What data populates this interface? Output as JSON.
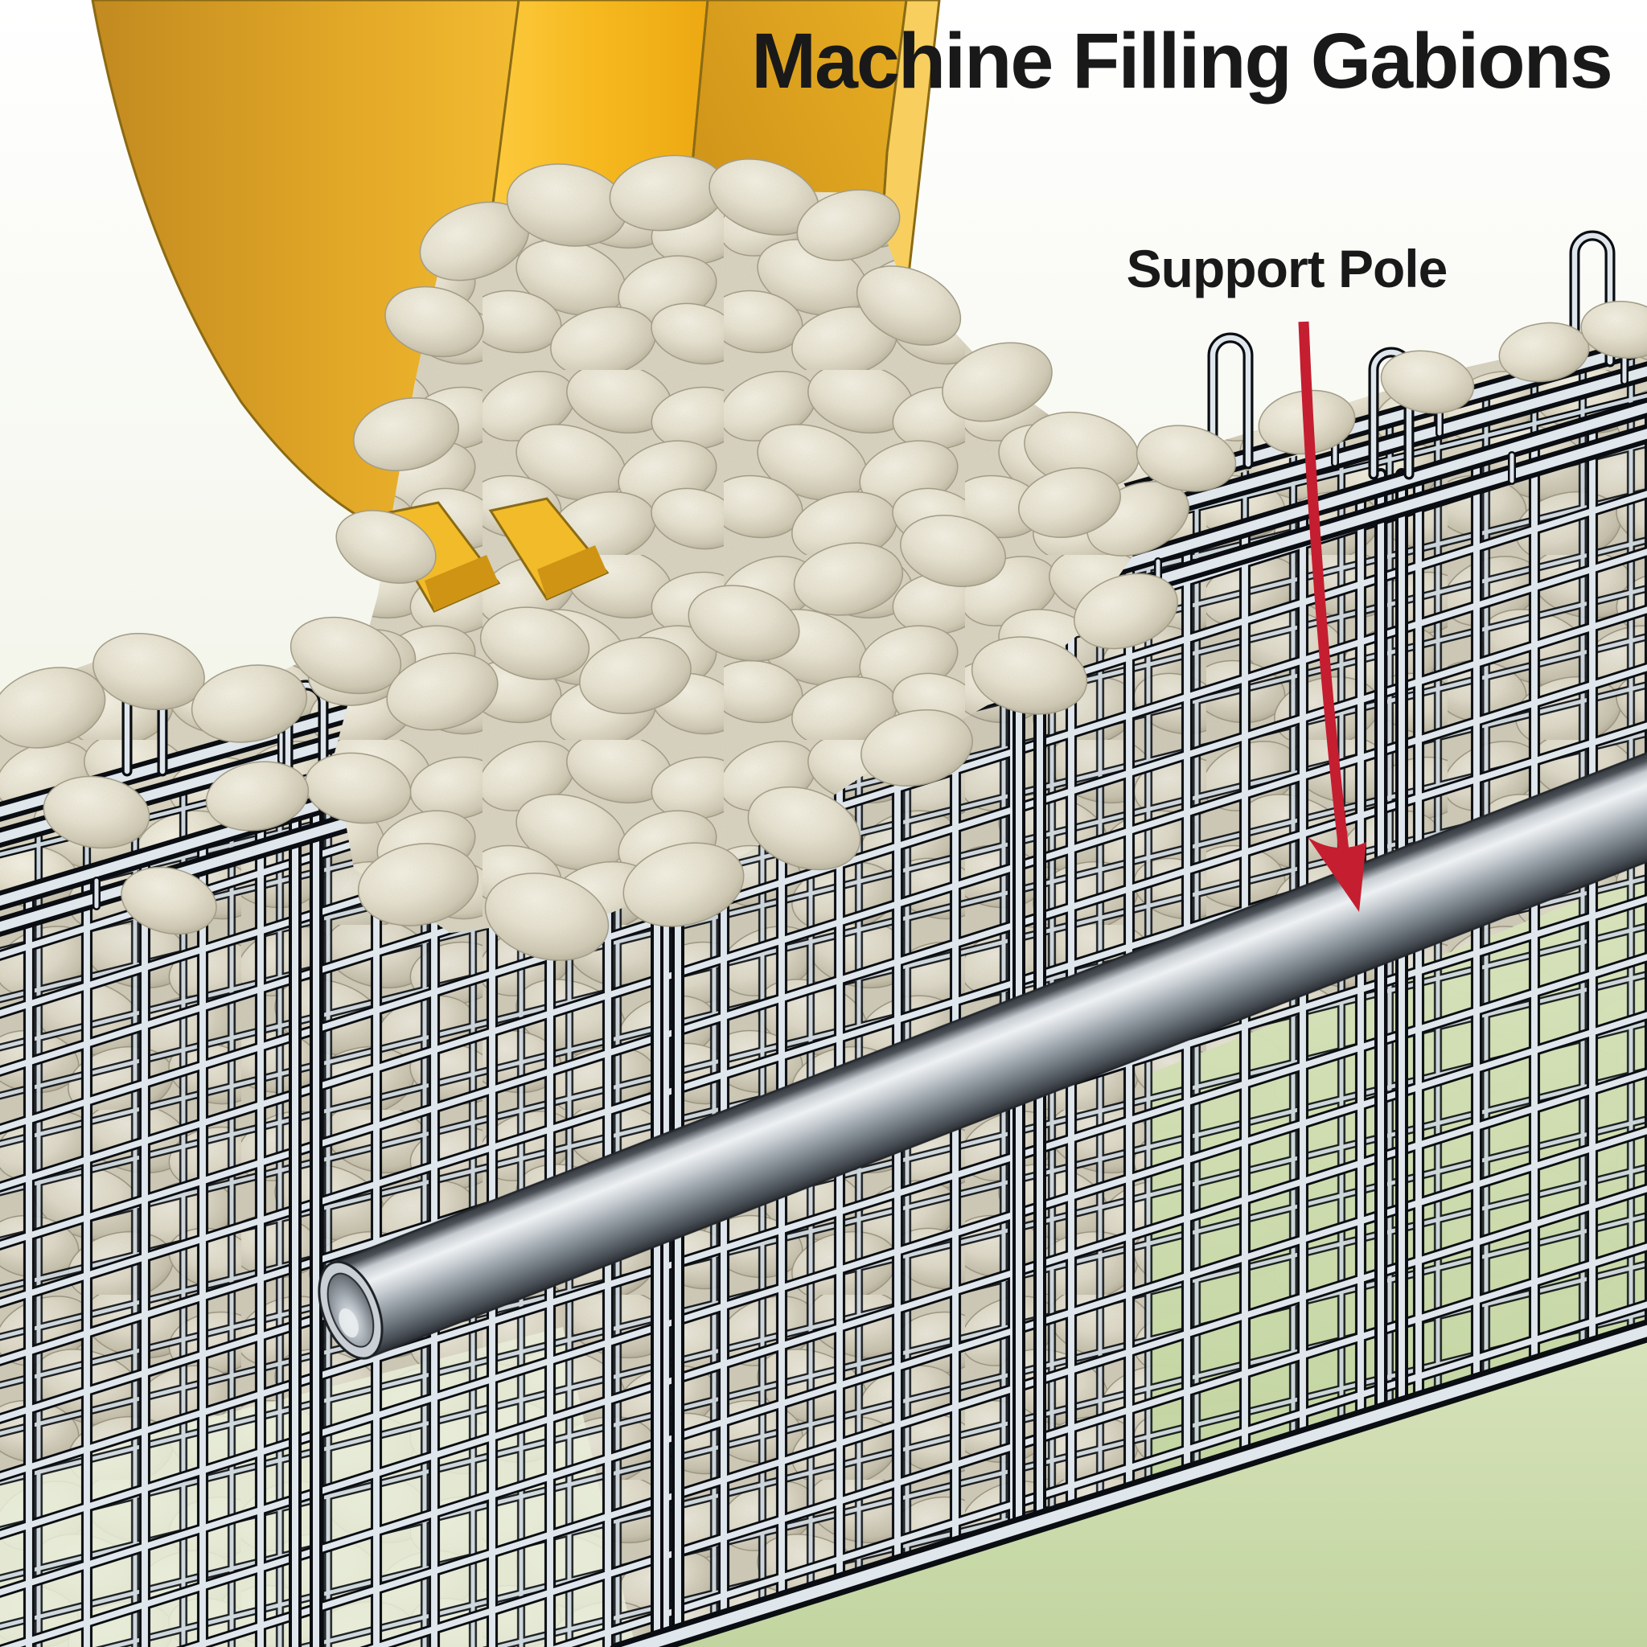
{
  "header": {
    "title": "Machine Filling Gabions"
  },
  "annotation": {
    "label": "Support Pole",
    "arrow_icon": "down-arrow"
  },
  "scene": {
    "description_elements": [
      "excavator-bucket",
      "falling-stones",
      "gabion-baskets",
      "support-pole",
      "ground"
    ],
    "pole_direction": "lower-left to upper-right",
    "filled_cells": "left and back cells filled with stone, right front cells empty"
  },
  "colors": {
    "background_top": "#ffffff",
    "background_mid": "#f3f5ea",
    "background_low": "#e5ebd6",
    "ground_light": "#d8e3bc",
    "ground_dark": "#c2d5a0",
    "stone_gap": "#d8d3c0",
    "stone_light": "#f4f1e4",
    "stone_mid": "#e6e1cf",
    "stone_edge": "#cfc9b4",
    "stone_shadow": "#aaa48d",
    "stone_stroke": "#a19b85",
    "mesh_wire": "#dfe6ec",
    "mesh_wire_back": "#ccd6dd",
    "mesh_outline": "#0a0d12",
    "bucket_gold_dark": "#c28a20",
    "bucket_gold": "#f6b91f",
    "bucket_gold_bright": "#ffd14a",
    "bucket_gold_deep": "#eda812",
    "bucket_interior": "#e8ae24",
    "bucket_interior_dark": "#c08312",
    "bucket_bevel": "#f8cf5e",
    "bucket_outline": "#8a6a14",
    "tooth_light": "#f2bb2a",
    "tooth_dark": "#cf9414",
    "pole_deep": "#2b2f34",
    "pole_dim": "#4b5157",
    "pole_light": "#c6ccd1",
    "pole_bright": "#eef1f3",
    "pole_mid": "#9aa2aa",
    "pole_shade": "#6a727a",
    "pole_cap": "#c9cfd5",
    "pole_outline": "#23272c",
    "arrow_red": "#c41e30",
    "text": "#191919"
  }
}
